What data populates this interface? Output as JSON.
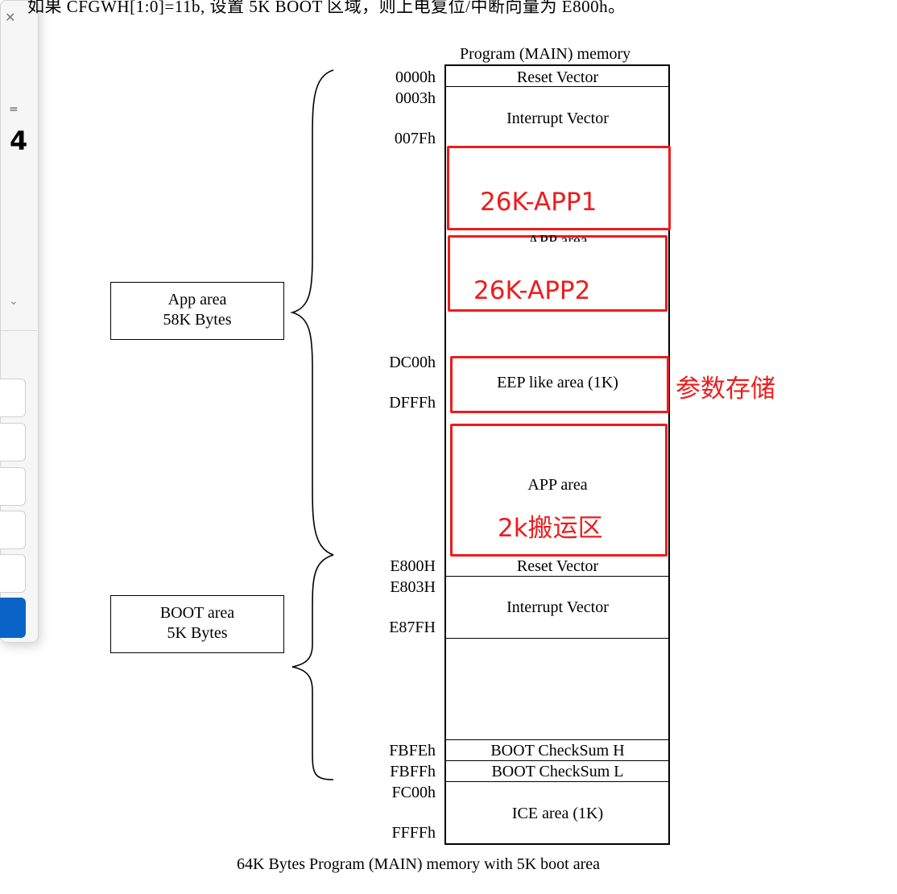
{
  "top_text": "如果 CFGWH[1:0]=11b, 设置 5K BOOT 区域，则上电复位/中断向量为 E800h。",
  "side_panel": {
    "close_glyph": "✕",
    "dash_glyph": "=",
    "big_glyph": "4",
    "chevron_glyph": "⌄"
  },
  "areas": {
    "app": {
      "line1": "App area",
      "line2": "58K Bytes"
    },
    "boot": {
      "line1": "BOOT area",
      "line2": "5K Bytes"
    }
  },
  "memory": {
    "title": "Program (MAIN) memory",
    "addresses": {
      "a0000": "0000h",
      "a0003": "0003h",
      "a007F": "007Fh",
      "aDC00": "DC00h",
      "aDFFF": "DFFFh",
      "aE800": "E800H",
      "aE803": "E803H",
      "aE87F": "E87FH",
      "aFBFE": "FBFEh",
      "aFBFF": "FBFFh",
      "aFC00": "FC00h",
      "aFFFF": "FFFFh"
    },
    "cells": {
      "reset1": "Reset Vector",
      "int1": "Interrupt Vector",
      "app_area_hidden": "APP area",
      "eep": "EEP like area (1K)",
      "app_area2": "APP area",
      "reset2": "Reset Vector",
      "int2": "Interrupt Vector",
      "cks_h": "BOOT CheckSum H",
      "cks_l": "BOOT CheckSum L",
      "ice": "ICE area (1K)"
    }
  },
  "annotations": {
    "app1": "26K-APP1",
    "app2": "26K-APP2",
    "param": "参数存储",
    "transfer": "2k搬运区"
  },
  "caption": "64K Bytes Program (MAIN) memory with 5K boot area",
  "colors": {
    "annotation_red": "#ee1c1c",
    "panel_blue": "#0a64c8"
  }
}
